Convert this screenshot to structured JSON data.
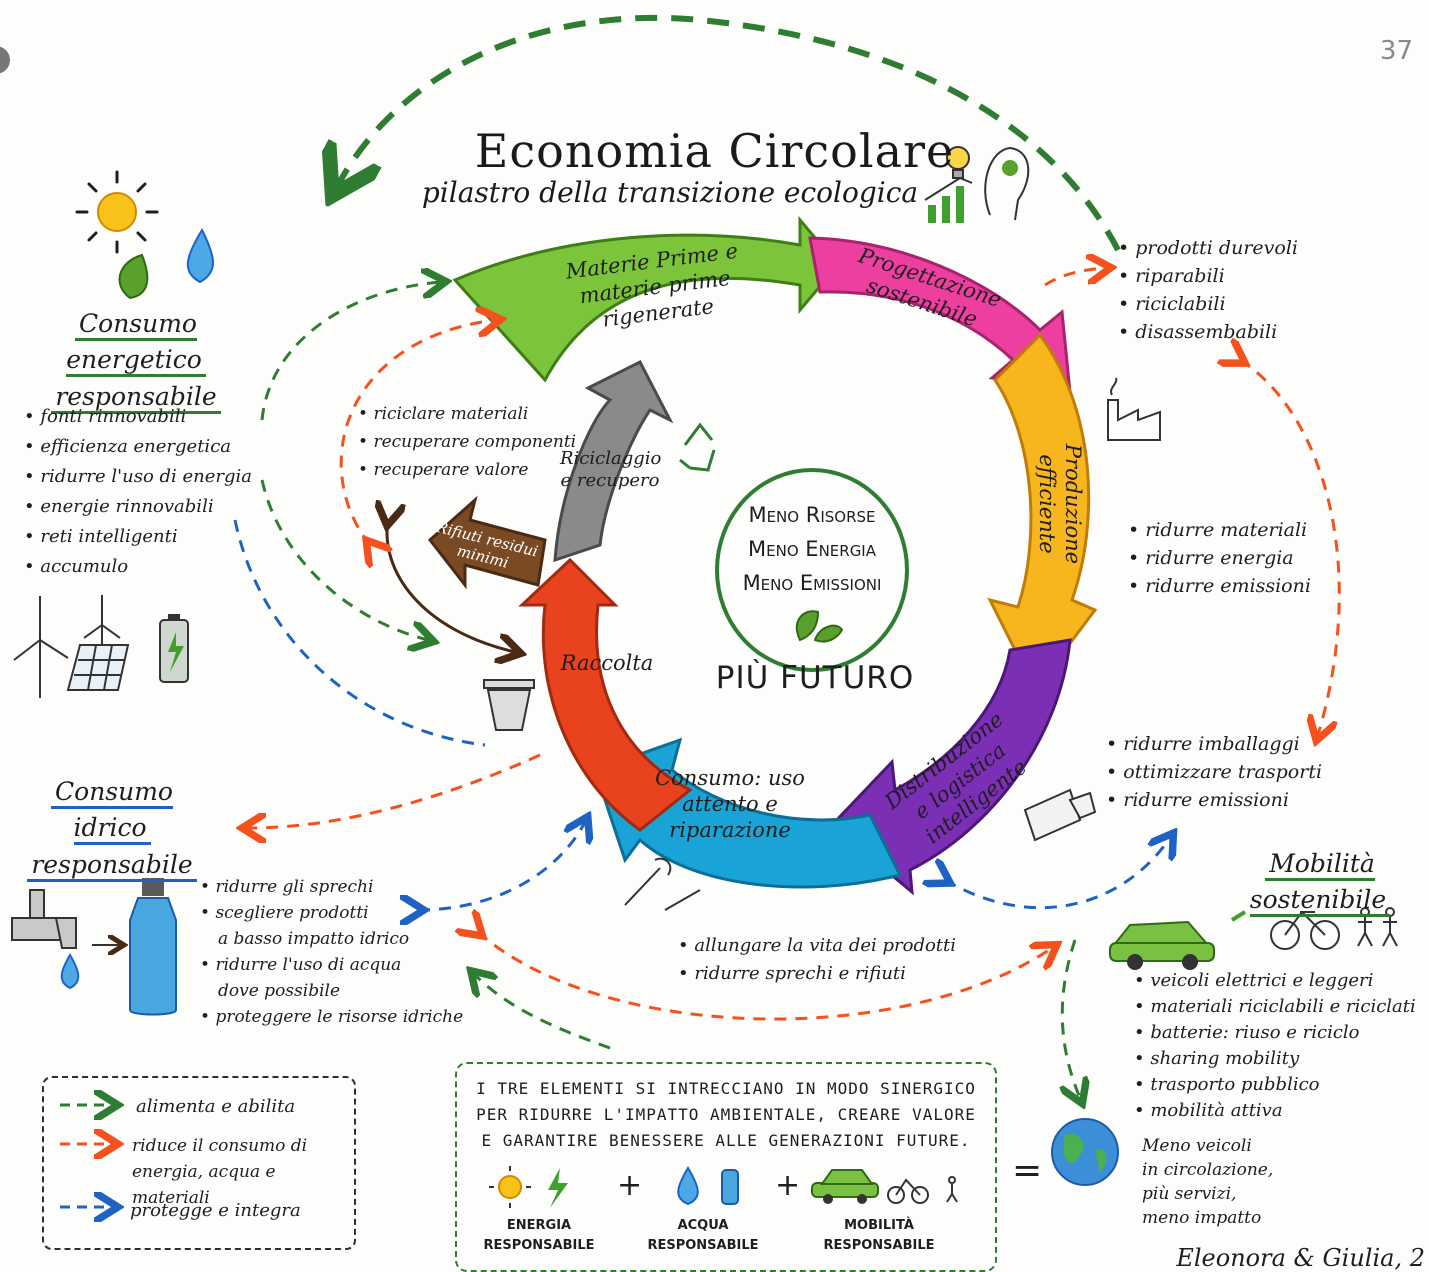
{
  "page_number": "37",
  "title": "Economia Circolare",
  "subtitle": "pilastro della transizione ecologica",
  "cycle": {
    "materie_prime": "Materie Prime e materie prime rigenerate",
    "progettazione": "Progettazione sostenibile",
    "produzione": "Produzione efficiente",
    "distribuzione": "Distribuzione e logistica intelligente",
    "consumo": "Consumo: uso attento e riparazione",
    "raccolta": "Raccolta",
    "riciclaggio": "Riciclaggio e recupero",
    "rifiuti": "Rifiuti residui minimi"
  },
  "center": {
    "lines": [
      "Meno Risorse",
      "Meno Energia",
      "Meno Emissioni"
    ],
    "futuro": "PIÙ FUTURO"
  },
  "notes": {
    "progettazione": [
      "prodotti durevoli",
      "riparabili",
      "riciclabili",
      "disassembabili"
    ],
    "produzione": [
      "ridurre materiali",
      "ridurre energia",
      "ridurre emissioni"
    ],
    "distribuzione": [
      "ridurre imballaggi",
      "ottimizzare trasporti",
      "ridurre emissioni"
    ],
    "consumo": [
      "allungare la vita dei prodotti",
      "ridurre sprechi e rifiuti"
    ],
    "riciclaggio": [
      "riciclare materiali",
      "recuperare componenti",
      "recuperare valore"
    ]
  },
  "energia": {
    "title_1": "Consumo energetico",
    "title_2": "responsabile",
    "items": [
      "fonti rinnovabili",
      "efficienza energetica",
      "ridurre l'uso di energia",
      "energie rinnovabili",
      "reti intelligenti",
      "accumulo"
    ]
  },
  "idrico": {
    "title_1": "Consumo idrico",
    "title_2": "responsabile",
    "items": [
      "ridurre gli sprechi",
      "scegliere prodotti",
      "a basso impatto idrico",
      "ridurre l'uso di acqua",
      "dove possibile",
      "proteggere le risorse idriche"
    ]
  },
  "mobilita": {
    "title": "Mobilità sostenibile",
    "items": [
      "veicoli elettrici e leggeri",
      "materiali riciclabili e riciclati",
      "batterie: riuso e riciclo",
      "sharing mobility",
      "trasporto pubblico",
      "mobilità attiva"
    ]
  },
  "legend": {
    "green": "alimenta e abilita",
    "orange_1": "riduce il consumo di",
    "orange_2": "energia, acqua e materiali",
    "blue": "protegge e integra"
  },
  "synergy": {
    "line1": "I TRE ELEMENTI SI INTRECCIANO IN MODO SINERGICO",
    "line2": "PER RIDURRE L'IMPATTO AMBIENTALE, CREARE VALORE",
    "line3": "E GARANTIRE BENESSERE ALLE GENERAZIONI FUTURE.",
    "energia": "ENERGIA RESPONSABILE",
    "acqua": "ACQUA RESPONSABILE",
    "mobilita": "MOBILITÀ RESPONSABILE",
    "plus": "+",
    "equals": "="
  },
  "result": [
    "Meno veicoli",
    "in circolazione,",
    "più servizi,",
    "meno impatto"
  ],
  "signature": "Eleonora & Giulia, 2",
  "colors": {
    "green_arrow": "#2e7d32",
    "orange_arrow": "#f4511e",
    "blue_arrow": "#1e63c4",
    "materie": "#7cc43a",
    "progettazione": "#ec3fa0",
    "produzione": "#f7b51e",
    "distribuzione": "#7b2fb5",
    "consumo": "#1aa3d6",
    "raccolta": "#e8421e",
    "riciclaggio": "#8a8a8a",
    "rifiuti": "#7a4a24"
  }
}
